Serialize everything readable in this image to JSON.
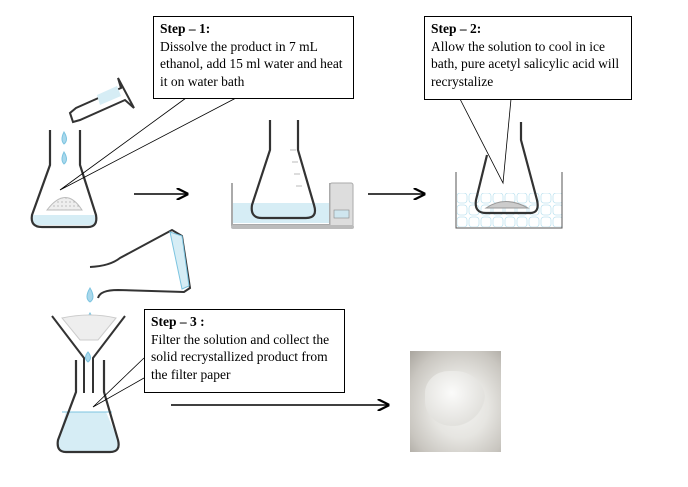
{
  "steps": [
    {
      "title": "Step – 1:",
      "text": "Dissolve the product in 7 mL ethanol, add 15 ml water and heat it on water bath"
    },
    {
      "title": "Step – 2:",
      "text": "Allow the solution to cool in ice bath, pure acetyl salicylic acid will recrystalize"
    },
    {
      "title": "Step – 3 :",
      "text": "Filter the solution and collect the solid recrystallized product from the filter paper"
    }
  ],
  "colors": {
    "liquid": "#d6edf5",
    "liquid_edge": "#7cc4e0",
    "glass": "#333333",
    "bath": "#b0b0b0"
  }
}
